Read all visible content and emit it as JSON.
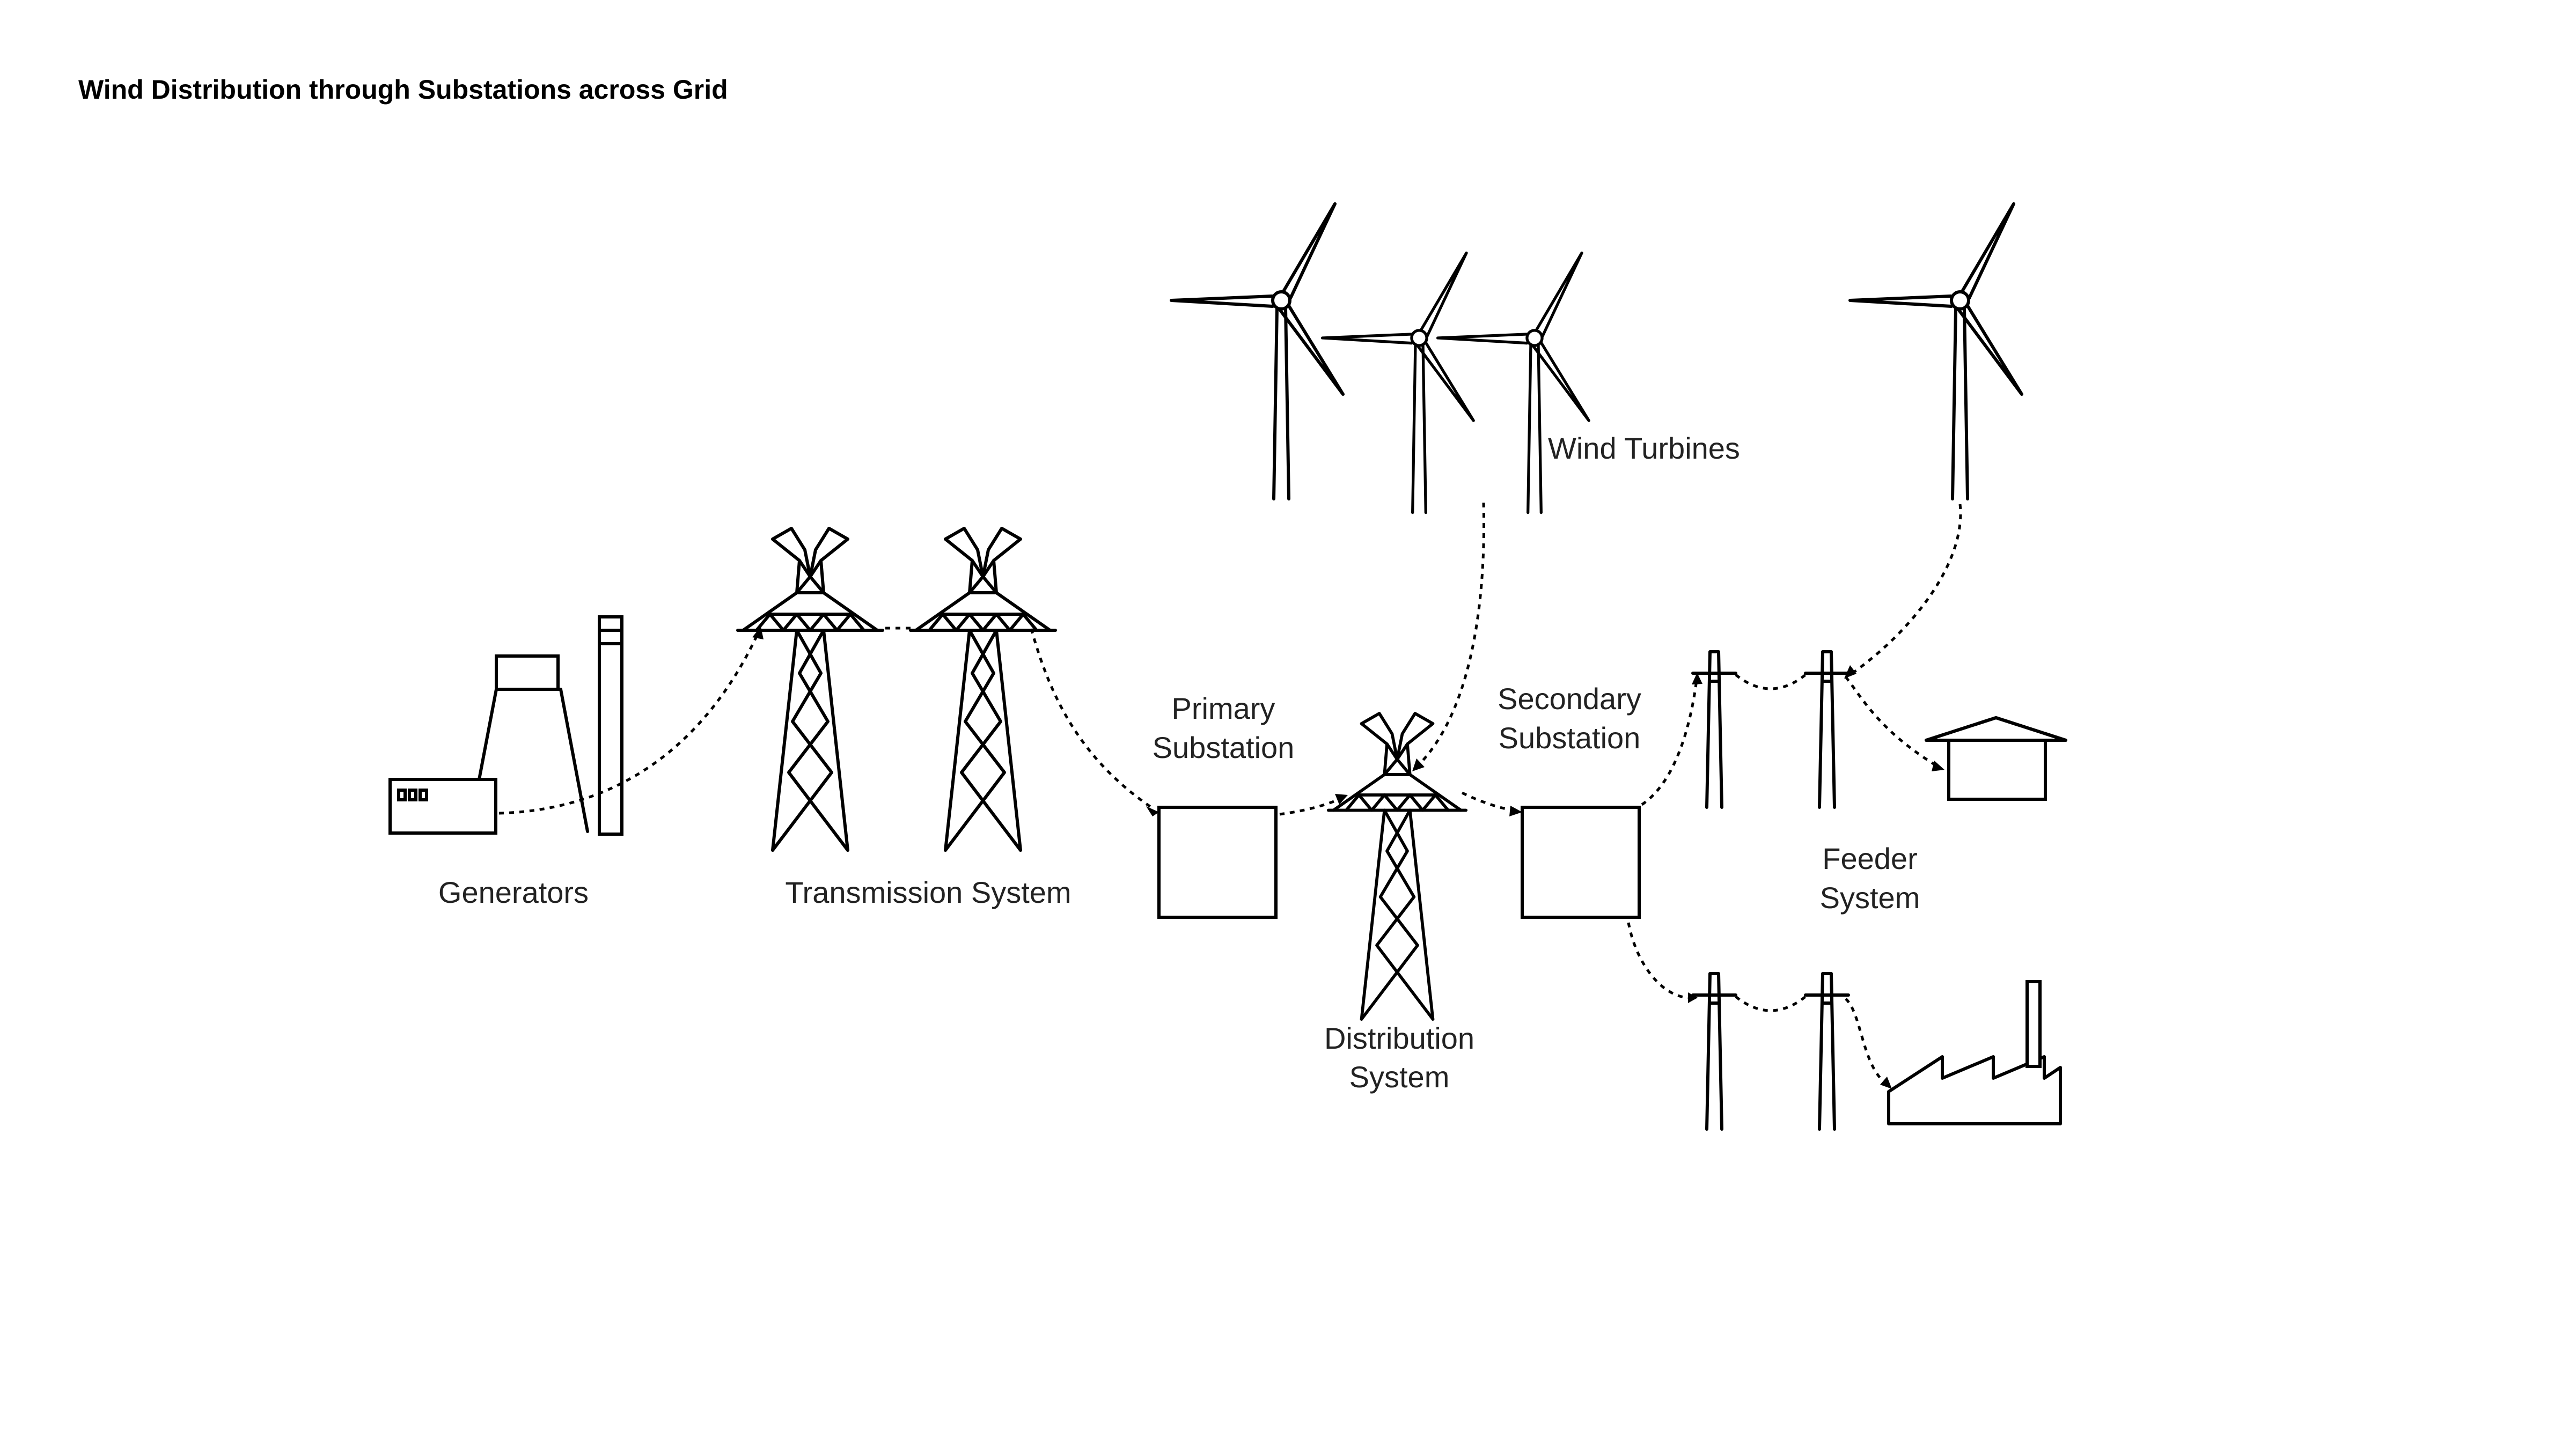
{
  "title": "Wind Distribution through Substations across Grid",
  "labels": {
    "generators": "Generators",
    "transmission_system": "Transmission System",
    "primary_substation": [
      "Primary",
      "Substation"
    ],
    "distribution_system": [
      "Distribution",
      "System"
    ],
    "secondary_substation": [
      "Secondary",
      "Substation"
    ],
    "wind_turbines": "Wind Turbines",
    "feeder_system": [
      "Feeder",
      "System"
    ]
  },
  "icons": {
    "generator": "generator-plant-icon",
    "tower": "transmission-tower-icon",
    "substation": "substation-box-icon",
    "turbine": "wind-turbine-icon",
    "pole": "utility-pole-icon",
    "house": "house-icon",
    "factory": "factory-icon"
  },
  "colors": {
    "line": "#000000",
    "text": "#222222",
    "background": "#ffffff"
  }
}
